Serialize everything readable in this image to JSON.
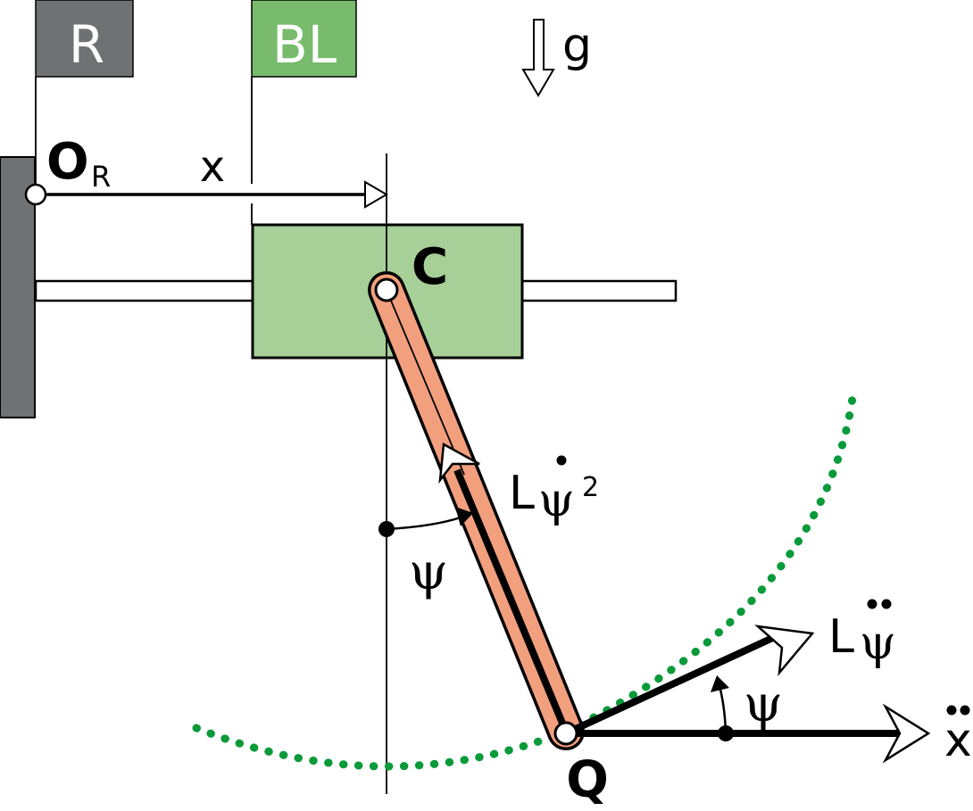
{
  "figure": {
    "description": "Cart with pendulum: rail, block and rod with acceleration vectors"
  },
  "frames": {
    "rail_tag": "R",
    "block_tag": "BL"
  },
  "labels": {
    "gravity": "g",
    "origin_main": "O",
    "origin_sub": "R",
    "position": "x",
    "pivot": "C",
    "tip": "Q",
    "psi_angle_top": "ψ",
    "psi_angle_bottom": "ψ",
    "centripetal_L": "L",
    "centripetal_psi": "ψ",
    "centripetal_exp": "2",
    "tangential_L": "L",
    "tangential_psi": "ψ",
    "cart_accel": "x"
  },
  "colors": {
    "rail_gray": "#707173",
    "rail_tag": "#707173",
    "block_tag": "#78bb6d",
    "block_fill": "#a7cf98",
    "rod_fill": "#f29f7e",
    "trajectory": "#0a9a3a",
    "ink": "#000000"
  }
}
